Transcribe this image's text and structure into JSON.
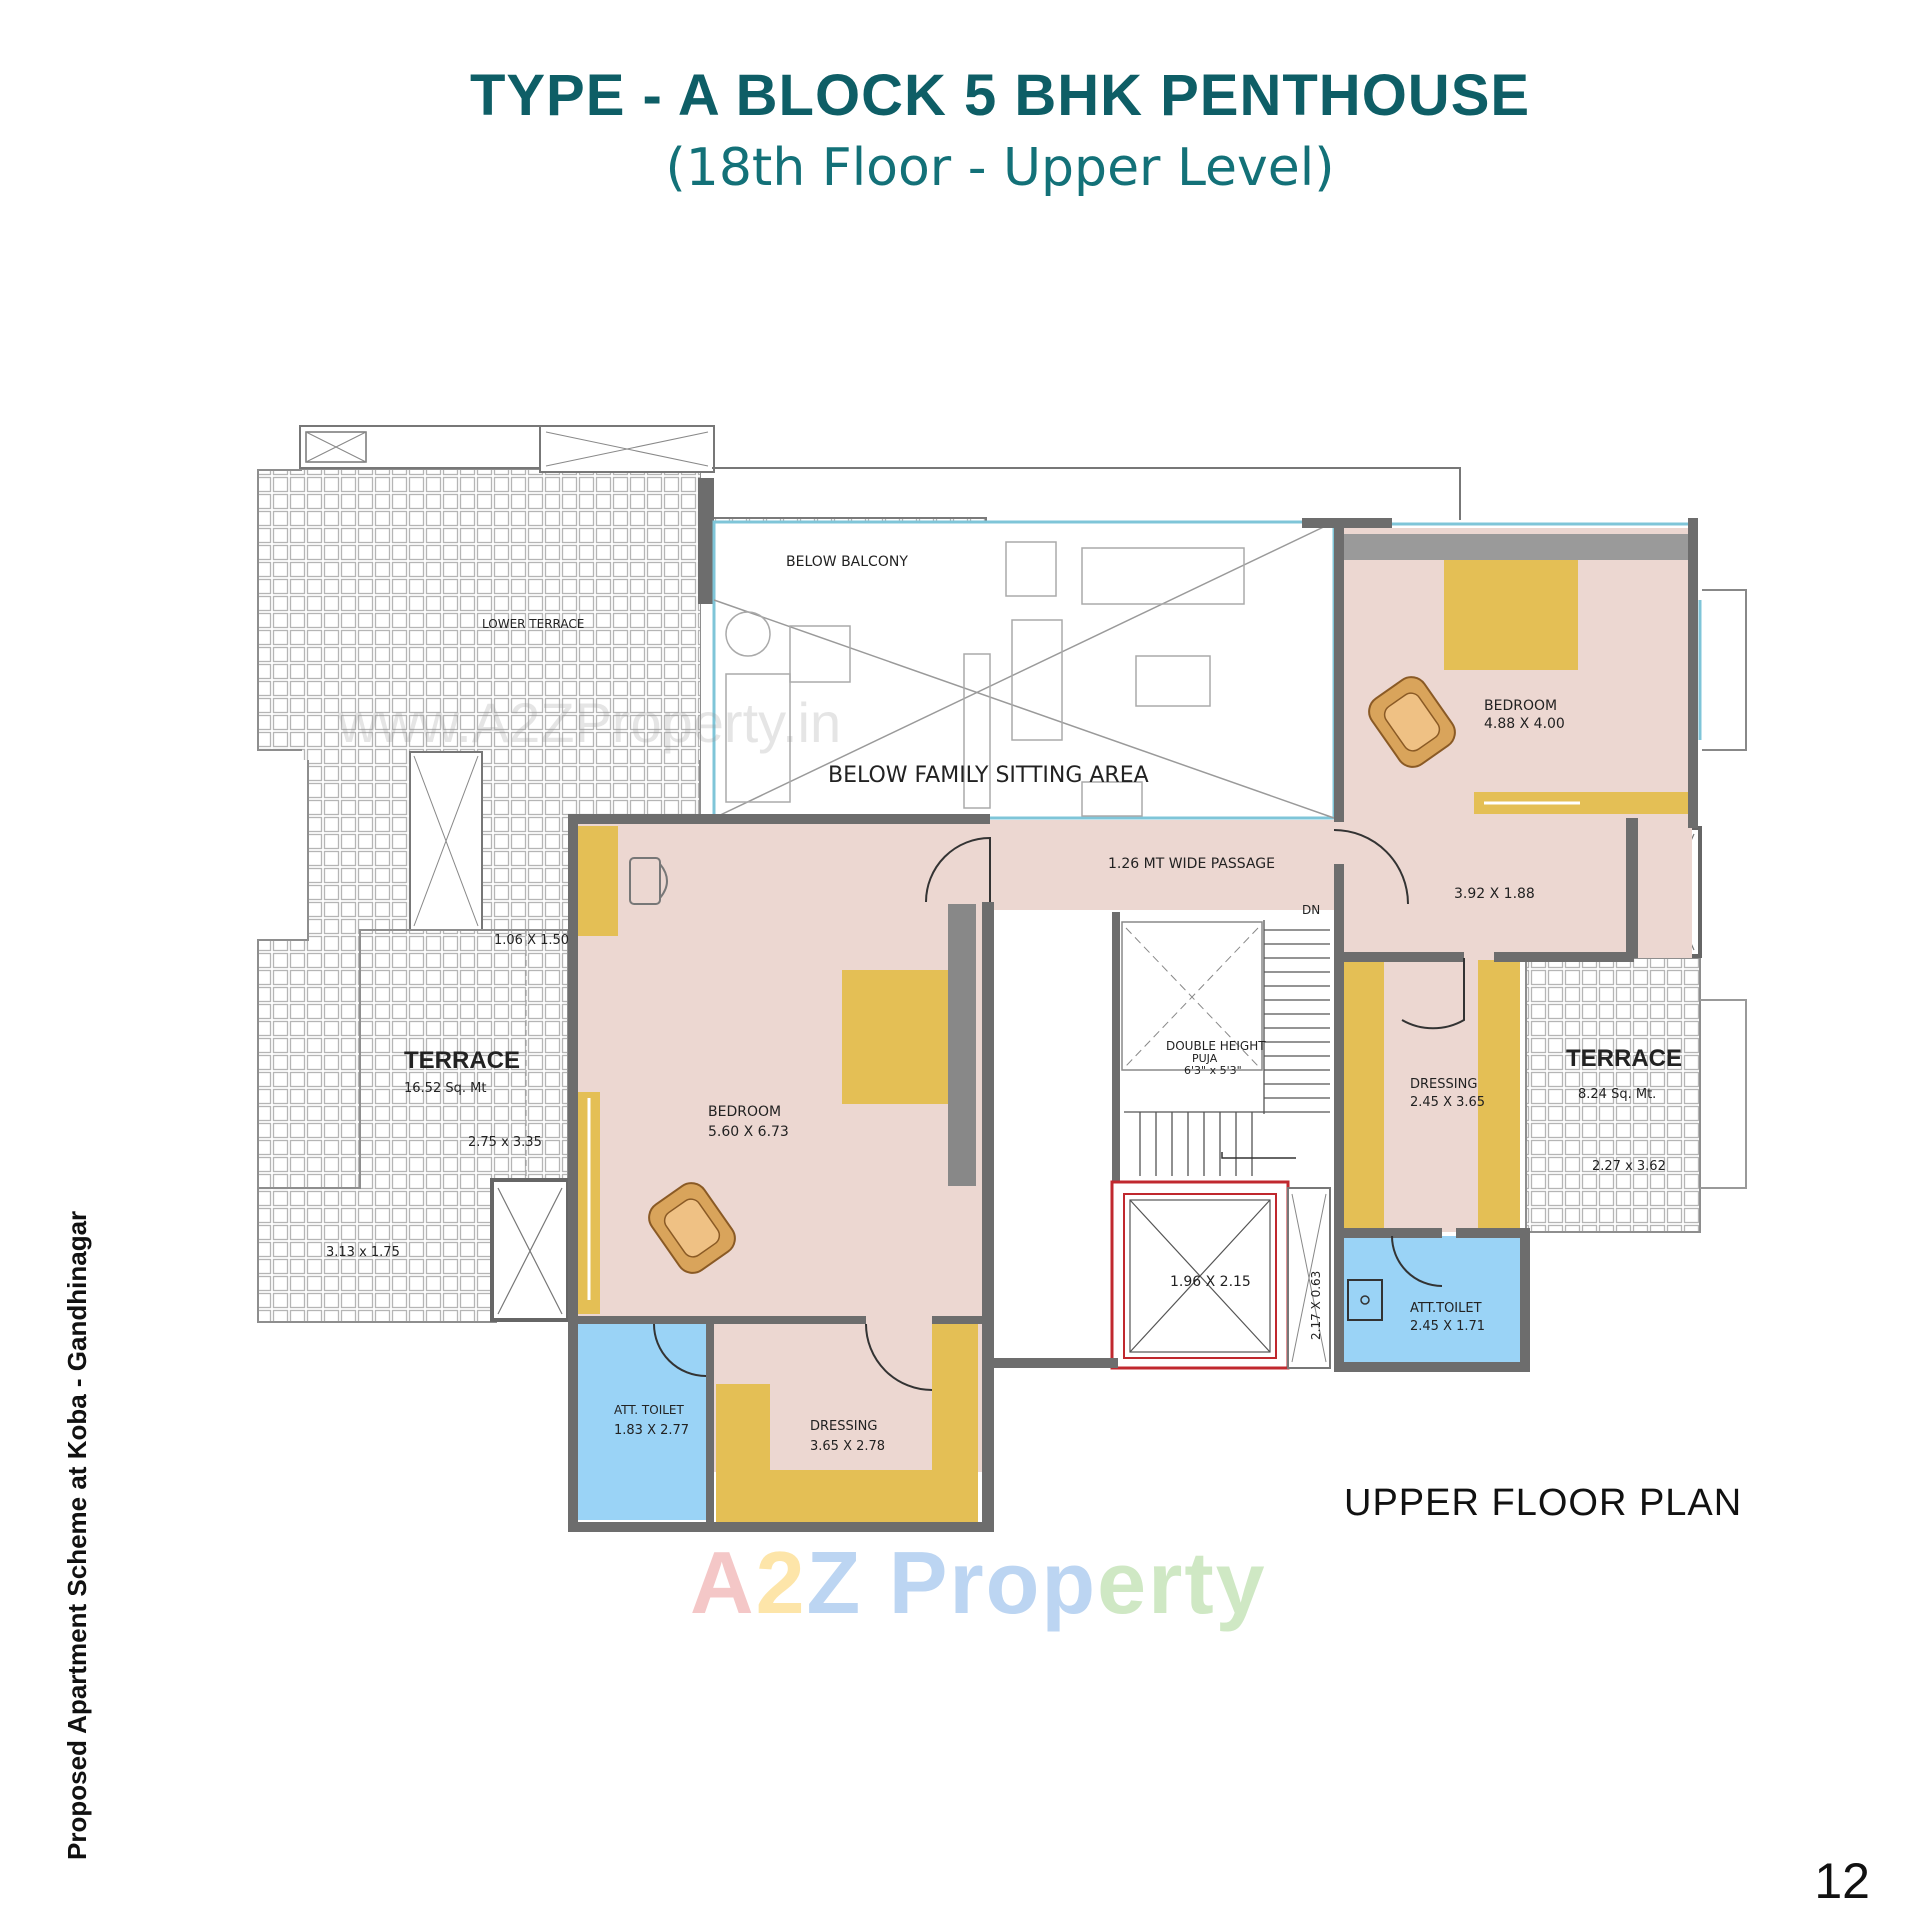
{
  "header": {
    "title": "TYPE - A BLOCK 5 BHK PENTHOUSE",
    "subtitle": "(18th Floor - Upper Level)"
  },
  "side_caption": "Proposed Apartment  Scheme at Koba - Gandhinagar",
  "page_number": "12",
  "plan_caption": "UPPER FLOOR PLAN",
  "watermark": {
    "part1": "A",
    "part2": "2",
    "part3": "Z Prop",
    "part4": "erty"
  },
  "url_watermark": "www.A2ZProperty.in",
  "rooms": {
    "below_balcony": "BELOW BALCONY",
    "lower_terrace": "LOWER TERRACE",
    "below_family": "BELOW FAMILY SITTING AREA",
    "passage": "1.26 MT WIDE PASSAGE",
    "bedroom_right_name": "BEDROOM",
    "bedroom_right_size": "4.88 X 4.00",
    "bedroom_right_lobby": "3.92 X 1.88",
    "bedroom_left_name": "BEDROOM",
    "bedroom_left_size": "5.60 X 6.73",
    "terrace_left_name": "TERRACE",
    "terrace_left_area": "16.52 Sq. Mt",
    "terrace_left_dim": "2.75 x 3.35",
    "terrace_left_dim2": "1.06 X 1.50",
    "terrace_left_dim3": "3.13 x 1.75",
    "terrace_right_name": "TERRACE",
    "terrace_right_area": "8.24 Sq. Mt.",
    "terrace_right_dim": "2.27 x 3.62",
    "puja_name_1": "DOUBLE HEIGHT",
    "puja_name_2": "PUJA",
    "puja_size": "6'3\" x 5'3\"",
    "dn": "DN",
    "dressing_right_name": "DRESSING",
    "dressing_right_size": "2.45 X 3.65",
    "toilet_right_name": "ATT.TOILET",
    "toilet_right_size": "2.45 X 1.71",
    "lift_size": "1.96 X 2.15",
    "duct_size": "2.17 X 0.63",
    "toilet_left_name": "ATT. TOILET",
    "toilet_left_size": "1.83 X 2.77",
    "dressing_left_name": "DRESSING",
    "dressing_left_size": "3.65 X 2.78"
  },
  "colors": {
    "title": "#0e5e66",
    "wall": "#6d6d6d",
    "floor_pink": "#ecd7d1",
    "wardrobe_yellow": "#e4bf55",
    "toilet_blue": "#9ad3f6",
    "lift_red": "#c0282e"
  }
}
